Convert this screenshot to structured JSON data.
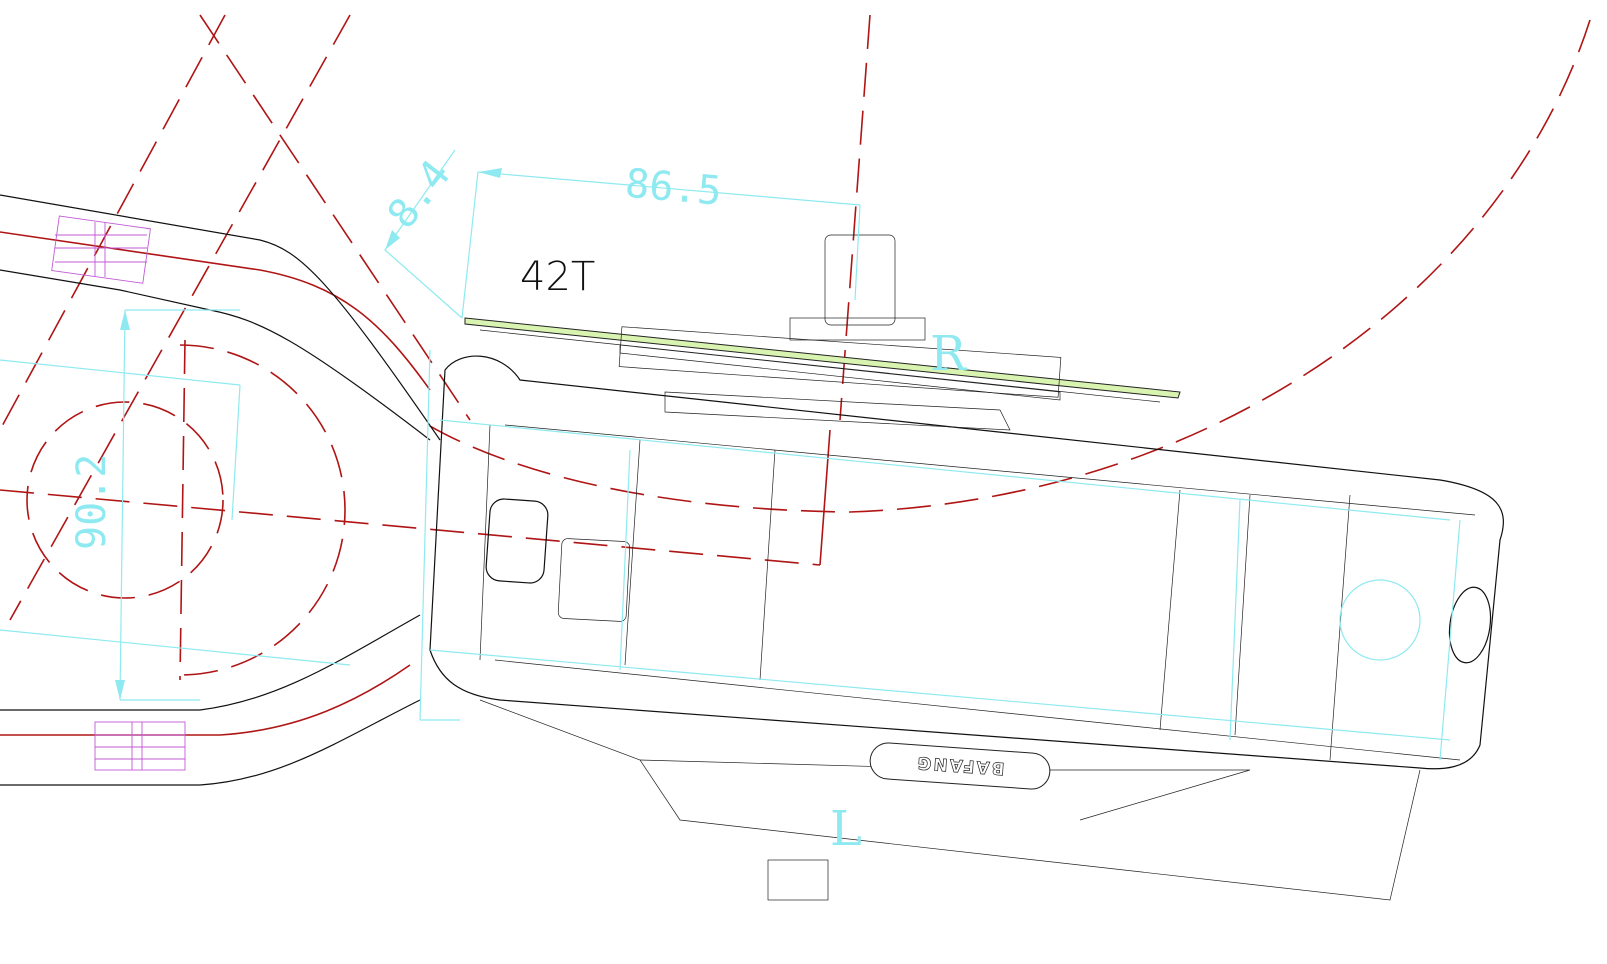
{
  "drawing": {
    "dimensions": {
      "horizontal_offset": "86.5",
      "angled_offset": "8.4",
      "vertical_offset": "90.2"
    },
    "chainring_label": "42T",
    "side_labels": {
      "right": "R",
      "left": "L"
    },
    "motor_logo": "BAFANG",
    "colors": {
      "outline": "#111111",
      "centerline": "#b01515",
      "dimension": "#8eeaf0",
      "bolt": "#c25ad6",
      "chainring_fill": "#d9f3b0"
    }
  }
}
